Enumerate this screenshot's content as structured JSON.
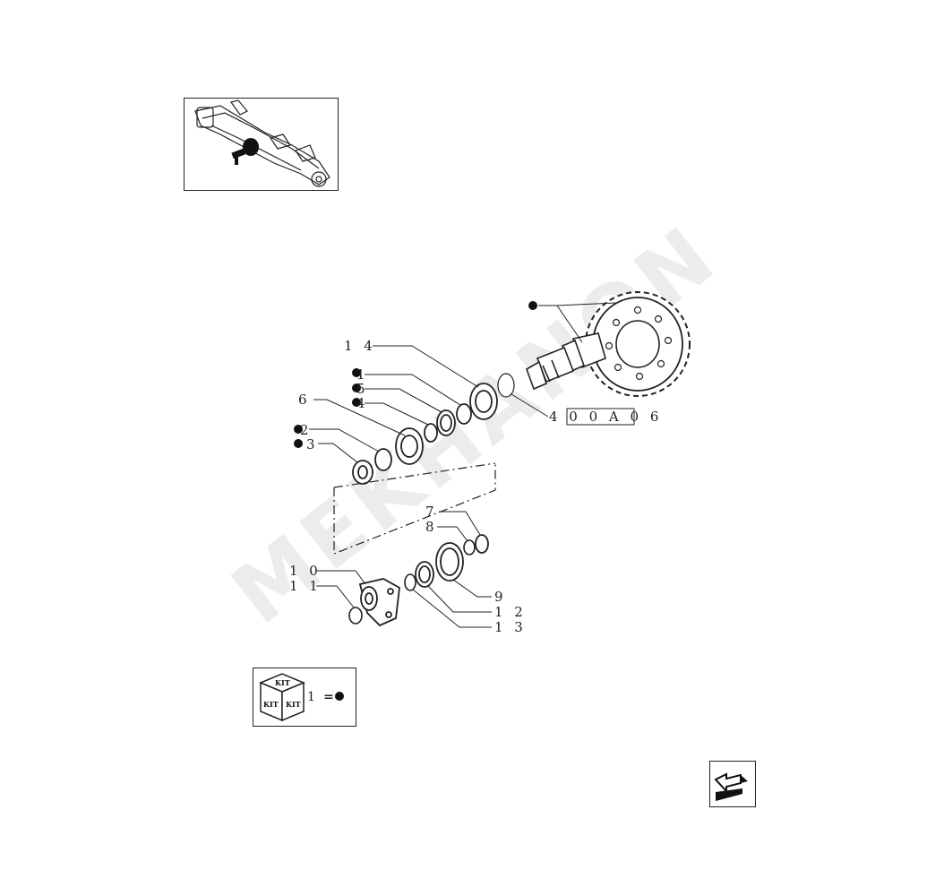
{
  "watermark": "MEKHANON",
  "reference_code": "4 0 0 A  0 6",
  "callouts": {
    "c14": "1 4",
    "c1": "1",
    "c5": "5",
    "c4": "4",
    "c6": "6",
    "c2": "2",
    "c3": "3",
    "c7": "7",
    "c8": "8",
    "c10": "1 0",
    "c11": "1 1",
    "c9": "9",
    "c12": "1 2",
    "c13": "1 3"
  },
  "kit_legend": {
    "cube_labels": [
      "KIT",
      "KIT",
      "KIT"
    ],
    "number": "1",
    "equals": "="
  },
  "icons": [
    "axle-thumbnail-icon",
    "kit-cube-icon",
    "next-page-arrow-icon"
  ]
}
